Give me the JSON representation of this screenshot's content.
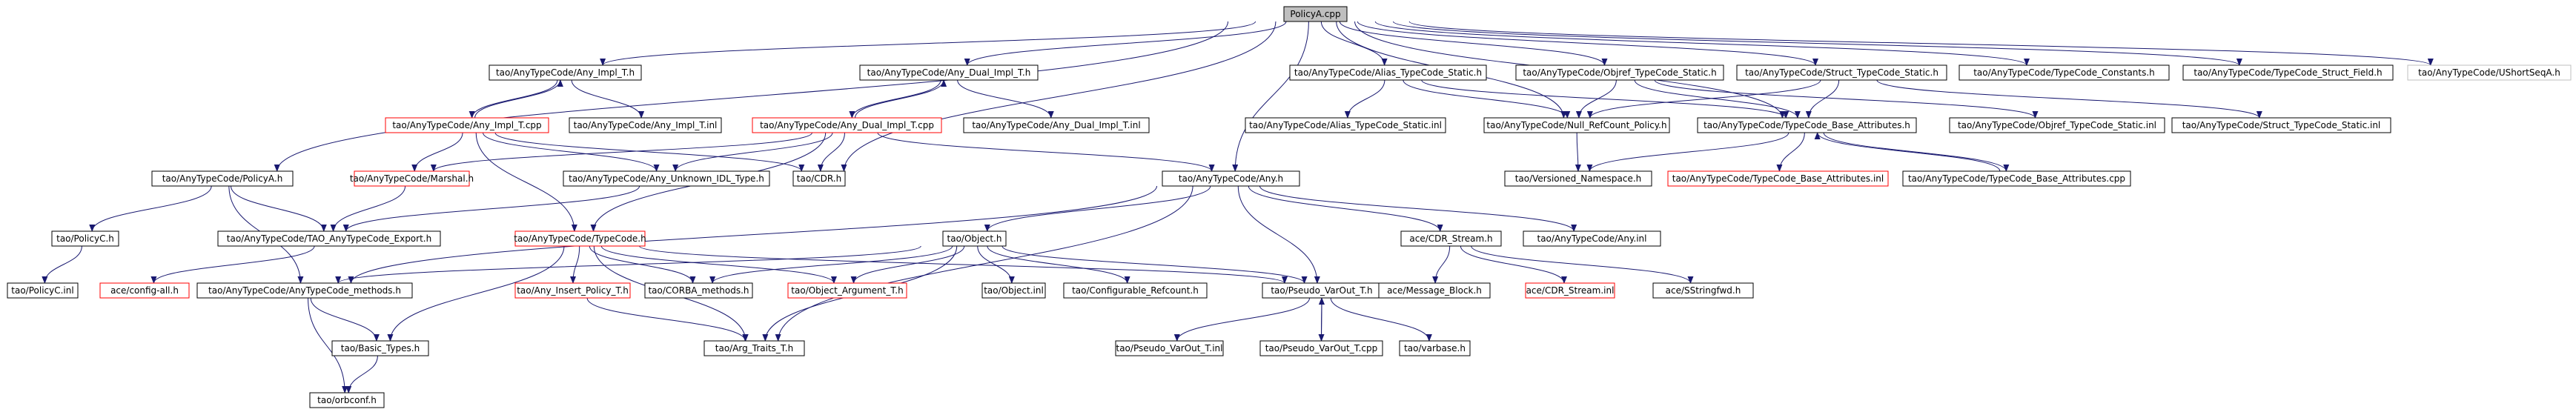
{
  "colors": {
    "edge": "#191970",
    "box_black": "#000000",
    "box_red": "#ff0000",
    "box_plain": "#bfbfbf",
    "root_fill": "#bfbfbf"
  },
  "nodes": {
    "n1": "PolicyA.cpp",
    "n2": "tao/AnyTypeCode/Any_Impl_T.h",
    "n3": "tao/AnyTypeCode/Any_Dual_Impl_T.h",
    "n4": "tao/AnyTypeCode/Alias_TypeCode_Static.h",
    "n5": "tao/AnyTypeCode/Objref_TypeCode_Static.h",
    "n6": "tao/AnyTypeCode/Struct_TypeCode_Static.h",
    "n7": "tao/AnyTypeCode/TypeCode_Constants.h",
    "n8": "tao/AnyTypeCode/TypeCode_Struct_Field.h",
    "n9": "tao/AnyTypeCode/UShortSeqA.h",
    "n10": "tao/AnyTypeCode/Any_Impl_T.cpp",
    "n11": "tao/AnyTypeCode/Any_Impl_T.inl",
    "n12": "tao/AnyTypeCode/Any_Dual_Impl_T.cpp",
    "n13": "tao/AnyTypeCode/Any_Dual_Impl_T.inl",
    "n14": "tao/AnyTypeCode/Alias_TypeCode_Static.inl",
    "n15": "tao/AnyTypeCode/Null_RefCount_Policy.h",
    "n16": "tao/AnyTypeCode/TypeCode_Base_Attributes.h",
    "n17": "tao/AnyTypeCode/Objref_TypeCode_Static.inl",
    "n18": "tao/AnyTypeCode/Struct_TypeCode_Static.inl",
    "n19": "tao/AnyTypeCode/PolicyA.h",
    "n20": "tao/AnyTypeCode/Marshal.h",
    "n21": "tao/AnyTypeCode/Any_Unknown_IDL_Type.h",
    "n22": "tao/CDR.h",
    "n23": "tao/AnyTypeCode/Any.h",
    "n24": "tao/Versioned_Namespace.h",
    "n25": "tao/AnyTypeCode/TypeCode_Base_Attributes.inl",
    "n26": "tao/AnyTypeCode/TypeCode_Base_Attributes.cpp",
    "n27": "tao/PolicyC.h",
    "n28": "tao/AnyTypeCode/TAO_AnyTypeCode_Export.h",
    "n29": "tao/AnyTypeCode/TypeCode.h",
    "n30": "tao/Object.h",
    "n31": "ace/CDR_Stream.h",
    "n32": "tao/AnyTypeCode/Any.inl",
    "n33": "tao/PolicyC.inl",
    "n34": "ace/config-all.h",
    "n35": "tao/AnyTypeCode/AnyTypeCode_methods.h",
    "n36": "tao/Any_Insert_Policy_T.h",
    "n37": "tao/CORBA_methods.h",
    "n38": "tao/Object_Argument_T.h",
    "n39": "tao/Object.inl",
    "n40": "tao/Configurable_Refcount.h",
    "n41": "tao/Pseudo_VarOut_T.h",
    "n42": "ace/Message_Block.h",
    "n43": "ace/CDR_Stream.inl",
    "n44": "ace/SStringfwd.h",
    "n45": "tao/Basic_Types.h",
    "n46": "tao/Arg_Traits_T.h",
    "n47": "tao/Pseudo_VarOut_T.inl",
    "n48": "tao/Pseudo_VarOut_T.cpp",
    "n49": "tao/varbase.h",
    "n50": "tao/orbconf.h"
  }
}
